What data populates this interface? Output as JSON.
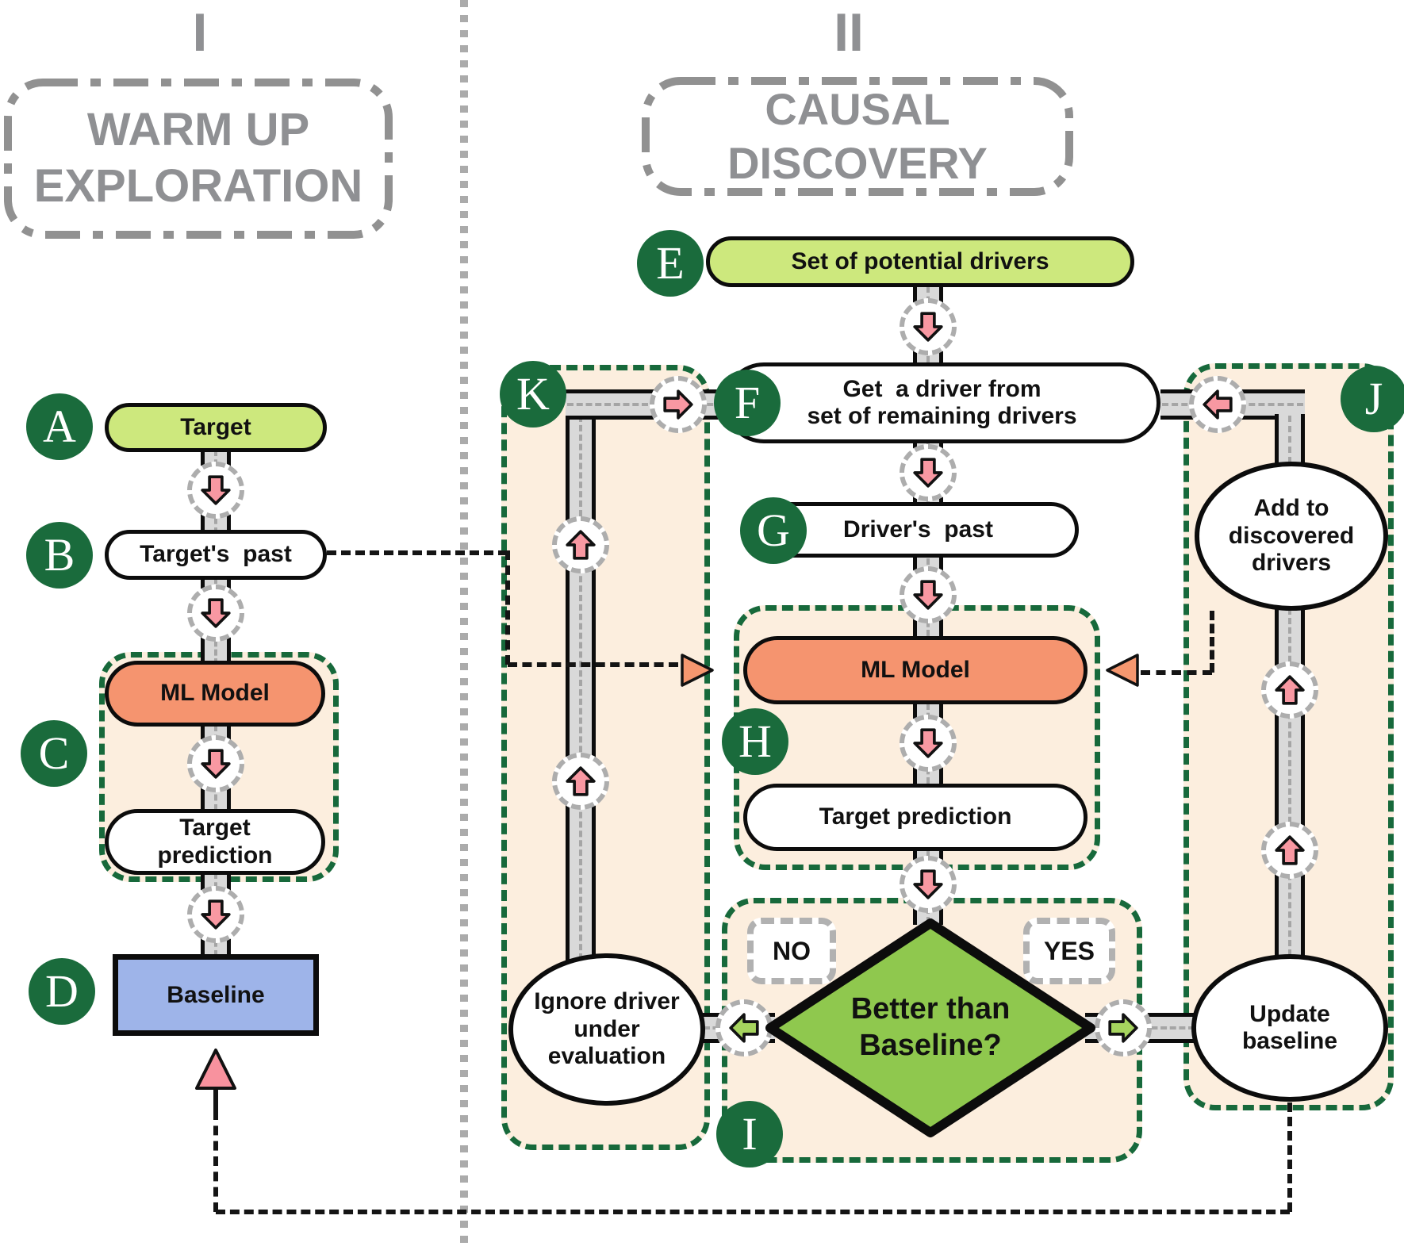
{
  "sections": {
    "warmup": {
      "numeral": "I",
      "title": "WARM UP\nEXPLORATION"
    },
    "causal": {
      "numeral": "II",
      "title": "CAUSAL DISCOVERY"
    }
  },
  "badges": {
    "a": "A",
    "b": "B",
    "c": "C",
    "d": "D",
    "e": "E",
    "f": "F",
    "g": "G",
    "h": "H",
    "i": "I",
    "j": "J",
    "k": "K"
  },
  "nodes": {
    "target": "Target",
    "targets_past": "Target's  past",
    "ml_model_warmup": "ML Model",
    "target_prediction_warmup": "Target\nprediction",
    "baseline": "Baseline",
    "potential_drivers": "Set of potential drivers",
    "get_driver": "Get  a driver from\nset of remaining drivers",
    "drivers_past": "Driver's  past",
    "ml_model_discovery": "ML Model",
    "target_prediction_discovery": "Target prediction",
    "decision": "Better than\nBaseline?",
    "decision_no": "NO",
    "decision_yes": "YES",
    "ignore_driver": "Ignore driver\nunder\nevaluation",
    "add_discovered": "Add to\ndiscovered\ndrivers",
    "update_baseline": "Update\nbaseline"
  },
  "colors": {
    "badge_green": "#1a6b3c",
    "zone_border_green": "#17693b",
    "zone_fill_cream": "#fceede",
    "pill_green": "#cde87d",
    "pill_orange": "#f5946f",
    "baseline_blue": "#9eb4e9",
    "diamond_green": "#8fc84e",
    "arrow_pink": "#f898a2",
    "arrow_green": "#a6d45e",
    "triangle_salmon": "#f5976f",
    "triangle_pink": "#f8929e",
    "road_gray": "#d9d9d9",
    "title_gray": "#8f9093"
  }
}
